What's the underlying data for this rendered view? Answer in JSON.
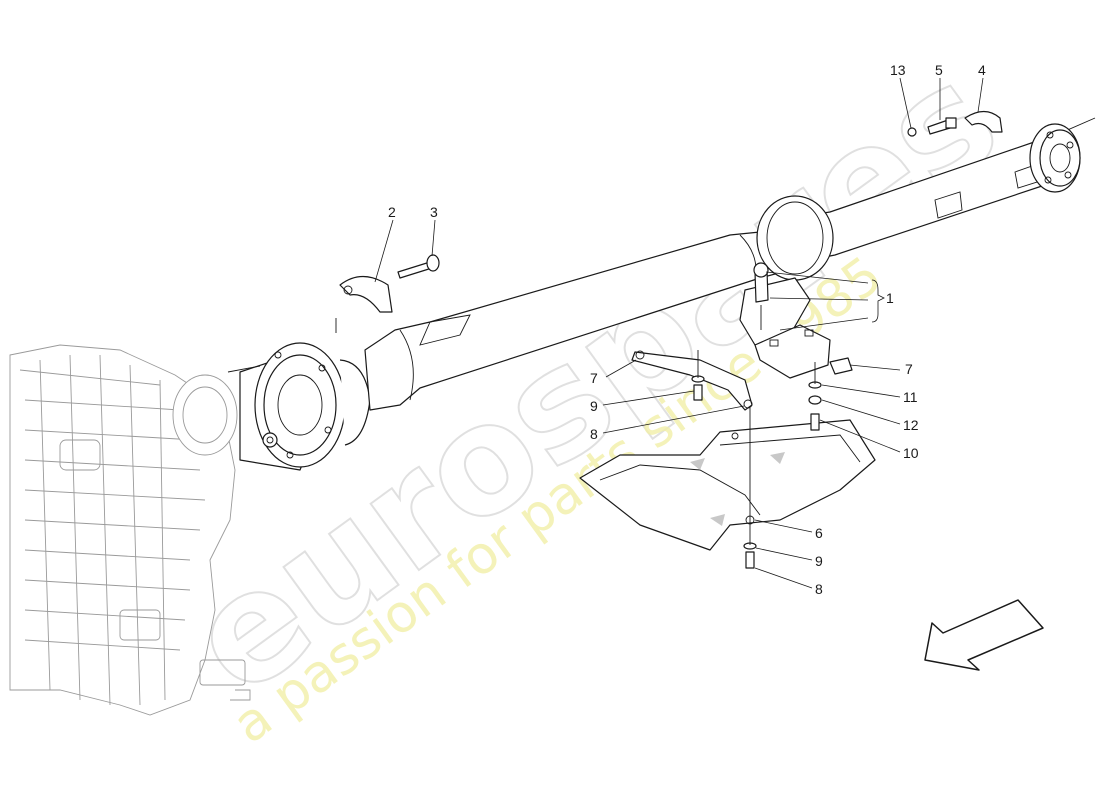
{
  "watermark": {
    "logo": "eurospares",
    "tagline": "a passion for parts since 1985"
  },
  "callouts": {
    "c13": "13",
    "c5": "5",
    "c4": "4",
    "c2": "2",
    "c3": "3",
    "c1": "1",
    "c7a": "7",
    "c7b": "7",
    "c9a": "9",
    "c8a": "8",
    "c11": "11",
    "c12": "12",
    "c10": "10",
    "c6": "6",
    "c9b": "9",
    "c8b": "8"
  },
  "colors": {
    "line": "#1a1a1a",
    "ghost": "#9a9a9a",
    "watermark_gray": "#d9d9d9",
    "watermark_yellow": "#f2f0a8"
  },
  "icons": {
    "direction": "front-direction-arrow-icon"
  }
}
